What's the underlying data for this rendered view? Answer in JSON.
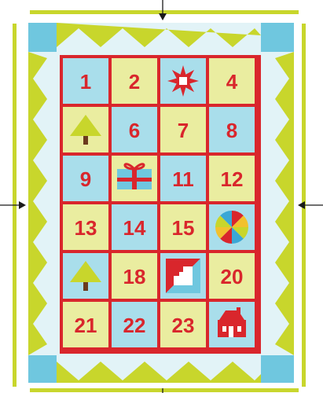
{
  "colors": {
    "red": "#d9262c",
    "lime": "#c8d62c",
    "ice": "#e2f3f7",
    "blue_cell": "#a9deeb",
    "yellow_cell": "#eaeda0",
    "corner": "#6fc7df",
    "arrow": "#1a1a1a"
  },
  "grid": {
    "columns": 4,
    "rows": 6,
    "cells": [
      {
        "label": "1",
        "type": "number",
        "color": "blue"
      },
      {
        "label": "2",
        "type": "number",
        "color": "yellow"
      },
      {
        "label": "",
        "type": "star-icon",
        "color": "blue"
      },
      {
        "label": "4",
        "type": "number",
        "color": "yellow"
      },
      {
        "label": "",
        "type": "tree-icon",
        "color": "yellow"
      },
      {
        "label": "6",
        "type": "number",
        "color": "blue"
      },
      {
        "label": "7",
        "type": "number",
        "color": "yellow"
      },
      {
        "label": "8",
        "type": "number",
        "color": "blue"
      },
      {
        "label": "9",
        "type": "number",
        "color": "blue"
      },
      {
        "label": "",
        "type": "gift-icon",
        "color": "yellow"
      },
      {
        "label": "11",
        "type": "number",
        "color": "blue"
      },
      {
        "label": "12",
        "type": "number",
        "color": "yellow"
      },
      {
        "label": "13",
        "type": "number",
        "color": "yellow"
      },
      {
        "label": "14",
        "type": "number",
        "color": "blue"
      },
      {
        "label": "15",
        "type": "number",
        "color": "yellow"
      },
      {
        "label": "",
        "type": "beachball-icon",
        "color": "blue"
      },
      {
        "label": "",
        "type": "tree-icon",
        "color": "blue"
      },
      {
        "label": "18",
        "type": "number",
        "color": "yellow"
      },
      {
        "label": "",
        "type": "log-cabin-icon",
        "color": "blue"
      },
      {
        "label": "20",
        "type": "number",
        "color": "yellow"
      },
      {
        "label": "21",
        "type": "number",
        "color": "yellow"
      },
      {
        "label": "22",
        "type": "number",
        "color": "blue"
      },
      {
        "label": "23",
        "type": "number",
        "color": "yellow"
      },
      {
        "label": "",
        "type": "house-icon",
        "color": "blue"
      }
    ]
  }
}
